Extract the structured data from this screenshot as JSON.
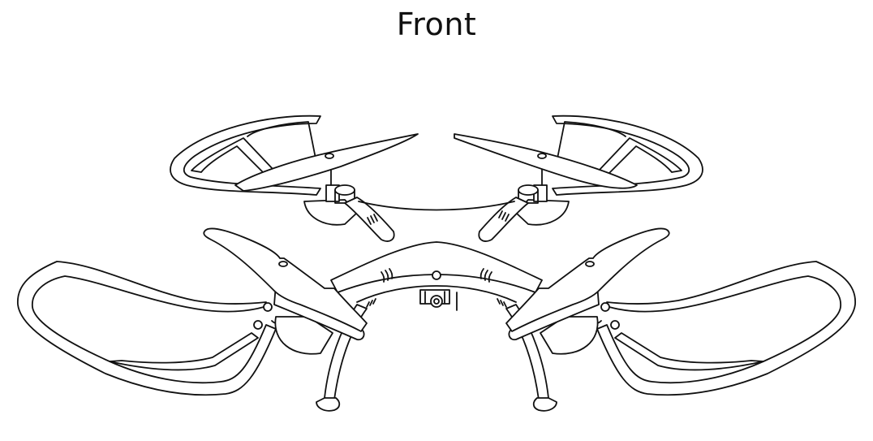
{
  "diagram": {
    "title": "Front",
    "subject": "quadcopter-drone-line-drawing",
    "view": "front",
    "colors": {
      "stroke": "#111111",
      "background": "#ffffff"
    },
    "components": [
      "rear-left-propeller-guard",
      "rear-right-propeller-guard",
      "front-left-propeller-guard",
      "front-right-propeller-guard",
      "rear-left-propeller",
      "rear-right-propeller",
      "front-left-propeller",
      "front-right-propeller",
      "central-body",
      "front-led",
      "camera",
      "left-landing-leg",
      "right-landing-leg"
    ]
  }
}
